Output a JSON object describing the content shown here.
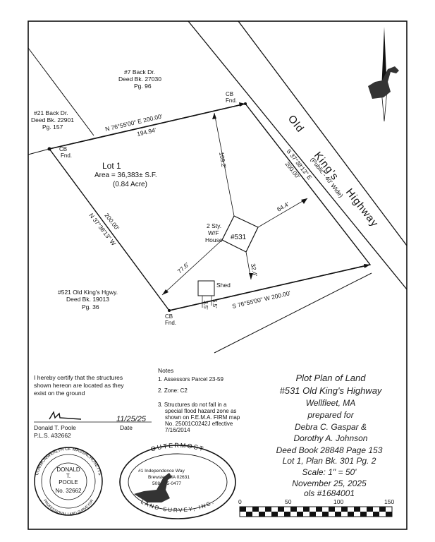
{
  "plan": {
    "road": {
      "name_1": "Old",
      "name_2": "King's",
      "name_3": "Highway",
      "width_note": "(Public - 40' Wide)"
    },
    "lot": {
      "name": "Lot 1",
      "area": "Area = 36,383± S.F.",
      "acres": "(0.84 Acre)"
    },
    "house": {
      "line1": "2 Sty.",
      "line2": "W/F",
      "line3": "House",
      "number": "#531"
    },
    "shed": "Shed",
    "bearings": {
      "north_line": "N 76°55'00\" E  200.00'",
      "north_inner": "194.94'",
      "east_line": "S 37°38'13\" E",
      "east_dist": "200.00'",
      "south_line": "S 76°55'00\" W   200.00'",
      "west_line": "N 37°38'13\" W",
      "west_dist": "200.00'"
    },
    "dims": {
      "d_north": "109.2'",
      "d_east": "64.4'",
      "d_south": "32.4'",
      "d_west": "77.6'",
      "shed_left": "3.5'",
      "shed_right": "5.5'"
    },
    "markers": {
      "cb_ne": "CB",
      "fnd_ne": "Fnd.",
      "cb_nw": "CB",
      "fnd_nw": "Fnd.",
      "cb_s": "CB",
      "fnd_s": "Fnd."
    },
    "abutters": {
      "north": {
        "line1": "#7 Back Dr.",
        "line2": "Deed Bk. 27030",
        "line3": "Pg. 96"
      },
      "northwest": {
        "line1": "#21 Back Dr.",
        "line2": "Deed Bk. 22901",
        "line3": "Pg. 157"
      },
      "southwest": {
        "line1": "#521 Old King's Hgwy.",
        "line2": "Deed Bk. 19013",
        "line3": "Pg. 36"
      }
    }
  },
  "certification": {
    "line1": "I hereby certify that the structures",
    "line2": "shown hereon are located as they",
    "line3": "exist on the ground",
    "signer": "Donald T. Poole",
    "license": "P.L.S. #32662",
    "date": "11/25/25",
    "date_label": "Date"
  },
  "notes": {
    "heading": "Notes",
    "n1": "1. Assessors Parcel 23-59",
    "n2": "2. Zone: C2",
    "n3a": "3. Structures do not fall in a",
    "n3b": "special flood hazard zone as",
    "n3c": "shown on F.E.M.A. FIRM map",
    "n3d": "No. 25001C0242J effective",
    "n3e": "7/16/2014"
  },
  "title_block": {
    "l1": "Plot Plan of Land",
    "l2": "#531 Old King's Highway",
    "l3": "Wellfleet, MA",
    "l4": "prepared for",
    "l5": "Debra C. Gaspar &",
    "l6": "Dorothy A. Johnson",
    "l7": "Deed Book 28848 Page 153",
    "l8": "Lot 1, Plan Bk. 301 Pg. 2",
    "l9": "Scale: 1\" = 50'",
    "l10": "November 25, 2025",
    "l11": "ols #1684001"
  },
  "seal": {
    "ring": "COMMONWEALTH OF MASSACHUSETTS",
    "bottom": "PROFESSIONAL LAND SURVEYOR",
    "name1": "DONALD",
    "name2": "T.",
    "name3": "POOLE",
    "number": "No. 32662"
  },
  "company": {
    "top": "OUTERMOST",
    "bottom": "LAND SURVEY, INC.",
    "addr1": "#1 Independence Way",
    "addr2": "Brewster, MA 02631",
    "phone": "508-255-0477"
  },
  "scale_bar": {
    "t0": "0",
    "t50": "50",
    "t100": "100",
    "t150": "150"
  }
}
